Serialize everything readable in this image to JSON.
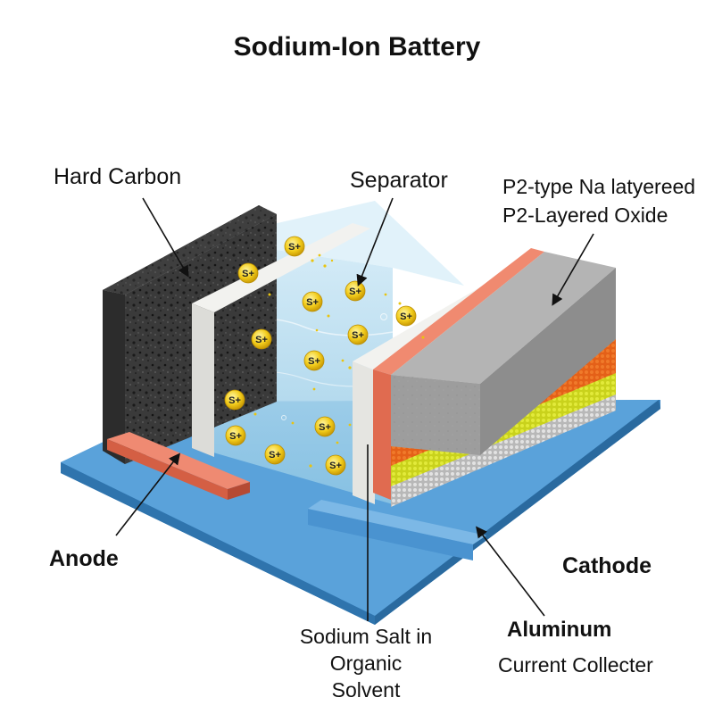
{
  "title": "Sodium-Ion Battery",
  "labels": {
    "hard_carbon": "Hard Carbon",
    "separator": "Separator",
    "cathode_material_1": "P2-type Na latyereed",
    "cathode_material_2": "P2-Layered Oxide",
    "anode": "Anode",
    "cathode": "Cathode",
    "electrolyte_1": "Sodium Salt in",
    "electrolyte_2": "Organic",
    "electrolyte_3": "Solvent",
    "collector_1": "Aluminum",
    "collector_2": "Current Collecter"
  },
  "ion_label": "S+",
  "colors": {
    "anode_block": "#3b3b3b",
    "separator": "#e9e9e6",
    "electrolyte": "#a9d6ec",
    "cathode_oxide": "#9b9b9b",
    "copper_strip": "#e07055",
    "base_plate": "#4f97d1",
    "ion": "#f2cc1b",
    "layer_orange": "#e8631c",
    "layer_yellow": "#d4dc22",
    "layer_gray": "#c9c9c9"
  }
}
